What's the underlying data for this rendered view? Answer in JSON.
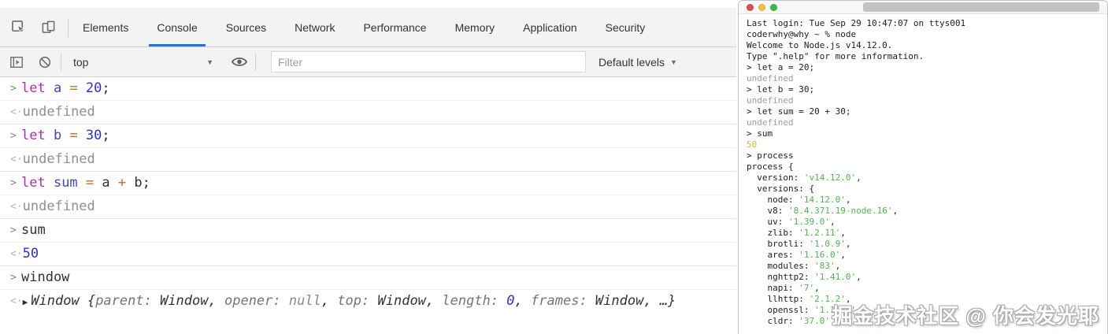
{
  "devtools": {
    "tabs": [
      {
        "label": "Elements",
        "active": false
      },
      {
        "label": "Console",
        "active": true
      },
      {
        "label": "Sources",
        "active": false
      },
      {
        "label": "Network",
        "active": false
      },
      {
        "label": "Performance",
        "active": false
      },
      {
        "label": "Memory",
        "active": false
      },
      {
        "label": "Application",
        "active": false
      },
      {
        "label": "Security",
        "active": false
      }
    ],
    "toolbar": {
      "context_selected": "top",
      "filter_placeholder": "Filter",
      "levels_label": "Default levels",
      "icons": [
        "inspect-icon",
        "device-toolbar-icon",
        "console-sidebar-icon",
        "clear-console-icon",
        "eye-icon",
        "chevron-down-icon"
      ]
    },
    "console_entries": [
      {
        "kind": "input",
        "tokens": [
          [
            "let ",
            "kw"
          ],
          [
            "a ",
            "vr"
          ],
          [
            "= ",
            "op"
          ],
          [
            "20",
            "num"
          ],
          [
            ";",
            "pl"
          ]
        ]
      },
      {
        "kind": "result",
        "tokens": [
          [
            "undefined",
            "und"
          ]
        ]
      },
      {
        "kind": "input",
        "tokens": [
          [
            "let ",
            "kw"
          ],
          [
            "b ",
            "vr"
          ],
          [
            "= ",
            "op"
          ],
          [
            "30",
            "num"
          ],
          [
            ";",
            "pl"
          ]
        ]
      },
      {
        "kind": "result",
        "tokens": [
          [
            "undefined",
            "und"
          ]
        ]
      },
      {
        "kind": "input",
        "tokens": [
          [
            "let ",
            "kw"
          ],
          [
            "sum ",
            "vr"
          ],
          [
            "= ",
            "op"
          ],
          [
            "a ",
            "pl"
          ],
          [
            "+ ",
            "op"
          ],
          [
            "b",
            "pl"
          ],
          [
            ";",
            "pl"
          ]
        ]
      },
      {
        "kind": "result",
        "tokens": [
          [
            "undefined",
            "und"
          ]
        ]
      },
      {
        "kind": "input",
        "tokens": [
          [
            "sum",
            "pl"
          ]
        ]
      },
      {
        "kind": "result",
        "tokens": [
          [
            "50",
            "num"
          ]
        ]
      },
      {
        "kind": "input",
        "tokens": [
          [
            "window",
            "pl"
          ]
        ]
      },
      {
        "kind": "result",
        "expandable": true,
        "tokens": [
          [
            "Window ",
            "obj"
          ],
          [
            "{",
            "obj"
          ],
          [
            "parent: ",
            "prop"
          ],
          [
            "Window",
            "obj"
          ],
          [
            ", ",
            "obj"
          ],
          [
            "opener: ",
            "prop"
          ],
          [
            "null",
            "mut"
          ],
          [
            ", ",
            "obj"
          ],
          [
            "top: ",
            "prop"
          ],
          [
            "Window",
            "obj"
          ],
          [
            ", ",
            "obj"
          ],
          [
            "length: ",
            "prop"
          ],
          [
            "0",
            "num"
          ],
          [
            ", ",
            "obj"
          ],
          [
            "frames: ",
            "prop"
          ],
          [
            "Window",
            "obj"
          ],
          [
            ", …}",
            "obj"
          ]
        ]
      }
    ]
  },
  "terminal": {
    "traffic_lights": [
      "close",
      "minimize",
      "zoom"
    ],
    "lines": [
      [
        [
          "Last login: Tue Sep 29 10:47:07 on ttys001",
          "k"
        ]
      ],
      [
        [
          "coderwhy@why ~ % node",
          "k"
        ]
      ],
      [
        [
          "Welcome to Node.js v14.12.0.",
          "k"
        ]
      ],
      [
        [
          "Type \".help\" for more information.",
          "k"
        ]
      ],
      [
        [
          "> let a = 20;",
          "k"
        ]
      ],
      [
        [
          "undefined",
          "gy"
        ]
      ],
      [
        [
          "> let b = 30;",
          "k"
        ]
      ],
      [
        [
          "undefined",
          "gy"
        ]
      ],
      [
        [
          "> let sum = 20 + 30;",
          "k"
        ]
      ],
      [
        [
          "undefined",
          "gy"
        ]
      ],
      [
        [
          "> sum",
          "k"
        ]
      ],
      [
        [
          "50",
          "yl"
        ]
      ],
      [
        [
          "> process",
          "k"
        ]
      ],
      [
        [
          "process {",
          "k"
        ]
      ],
      [
        [
          "  version: ",
          "k"
        ],
        [
          "'v14.12.0'",
          "gr"
        ],
        [
          ",",
          "k"
        ]
      ],
      [
        [
          "  versions: {",
          "k"
        ]
      ],
      [
        [
          "    node: ",
          "k"
        ],
        [
          "'14.12.0'",
          "gr"
        ],
        [
          ",",
          "k"
        ]
      ],
      [
        [
          "    v8: ",
          "k"
        ],
        [
          "'8.4.371.19-node.16'",
          "gr"
        ],
        [
          ",",
          "k"
        ]
      ],
      [
        [
          "    uv: ",
          "k"
        ],
        [
          "'1.39.0'",
          "gr"
        ],
        [
          ",",
          "k"
        ]
      ],
      [
        [
          "    zlib: ",
          "k"
        ],
        [
          "'1.2.11'",
          "gr"
        ],
        [
          ",",
          "k"
        ]
      ],
      [
        [
          "    brotli: ",
          "k"
        ],
        [
          "'1.0.9'",
          "gr"
        ],
        [
          ",",
          "k"
        ]
      ],
      [
        [
          "    ares: ",
          "k"
        ],
        [
          "'1.16.0'",
          "gr"
        ],
        [
          ",",
          "k"
        ]
      ],
      [
        [
          "    modules: ",
          "k"
        ],
        [
          "'83'",
          "gr"
        ],
        [
          ",",
          "k"
        ]
      ],
      [
        [
          "    nghttp2: ",
          "k"
        ],
        [
          "'1.41.0'",
          "gr"
        ],
        [
          ",",
          "k"
        ]
      ],
      [
        [
          "    napi: ",
          "k"
        ],
        [
          "'7'",
          "gr"
        ],
        [
          ",",
          "k"
        ]
      ],
      [
        [
          "    llhttp: ",
          "k"
        ],
        [
          "'2.1.2'",
          "gr"
        ],
        [
          ",",
          "k"
        ]
      ],
      [
        [
          "    openssl: ",
          "k"
        ],
        [
          "'1.1.1g'",
          "gr"
        ],
        [
          ",",
          "k"
        ]
      ],
      [
        [
          "    cldr: ",
          "k"
        ],
        [
          "'37.0'",
          "gr"
        ],
        [
          ",",
          "k"
        ]
      ]
    ],
    "watermark": "掘金技术社区 @ 你会发光耶"
  },
  "colors": {
    "accent_blue_underline": "#1a73e8",
    "keyword": "#af2cb9",
    "variable": "#4146c8",
    "operator": "#bb6f33",
    "number": "#2c31d0",
    "muted_gray": "#909090",
    "terminal_string_green": "#4eb64e",
    "terminal_number_yellow": "#bcc23c",
    "traffic_red": "#dd5246",
    "traffic_yellow": "#f7bd45",
    "traffic_green": "#3db849"
  }
}
